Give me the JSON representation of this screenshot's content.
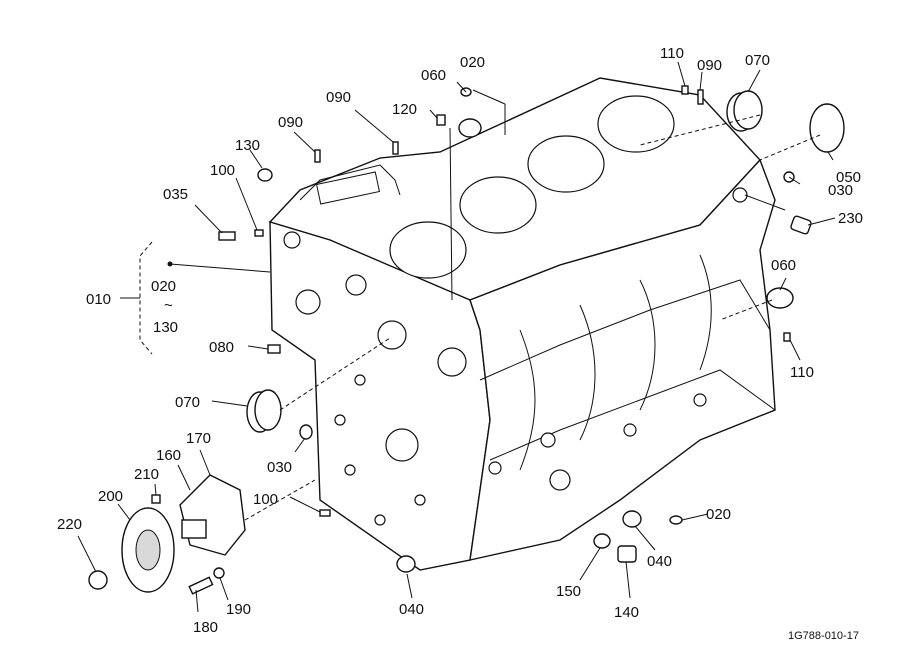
{
  "diagram": {
    "drawing_code": "1G788-010-17",
    "callouts": [
      "020",
      "060",
      "120",
      "110",
      "090",
      "070",
      "090",
      "130",
      "100",
      "035",
      "010",
      "020",
      "~",
      "130",
      "080",
      "070",
      "050",
      "030",
      "230",
      "060",
      "110",
      "030",
      "100",
      "170",
      "160",
      "210",
      "200",
      "220",
      "180",
      "190",
      "020",
      "040",
      "040",
      "150",
      "140"
    ]
  }
}
